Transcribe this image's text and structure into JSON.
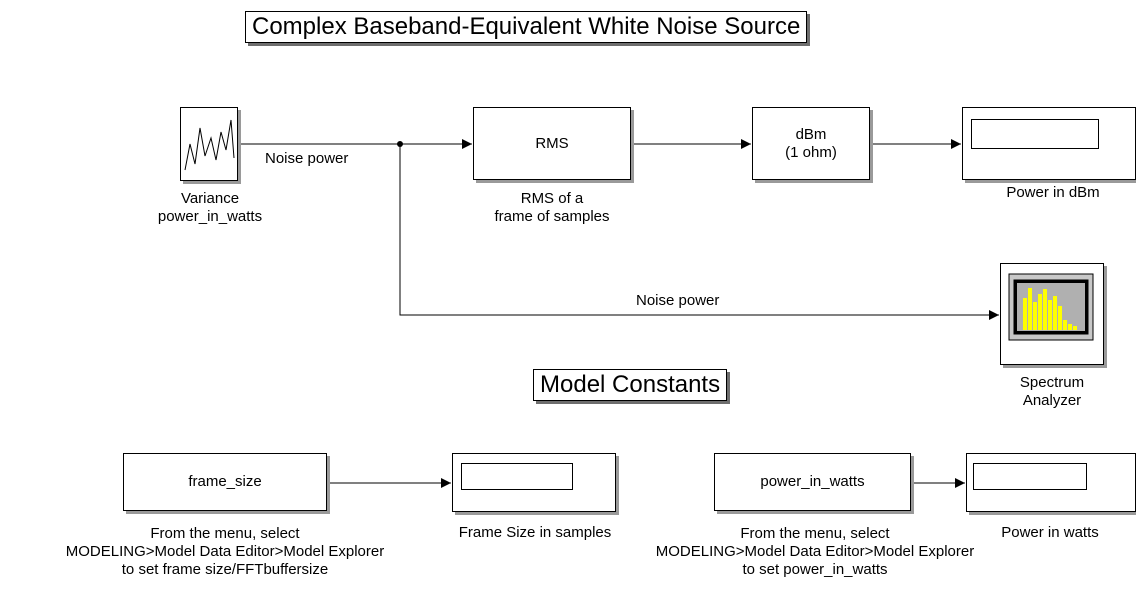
{
  "annotations": {
    "title": "Complex Baseband-Equivalent White Noise Source",
    "constants_title": "Model Constants"
  },
  "blocks": {
    "noise_source": {
      "label": "Variance\npower_in_watts"
    },
    "rms": {
      "text": "RMS",
      "label": "RMS of a\nframe of samples"
    },
    "dbm": {
      "text": "dBm\n(1 ohm)"
    },
    "power_dbm": {
      "label": "Power in dBm"
    },
    "spectrum": {
      "label": "Spectrum\nAnalyzer"
    },
    "frame_size": {
      "text": "frame_size",
      "label": "From the menu, select\nMODELING>Model Data Editor>Model Explorer\nto set frame size/FFTbuffersize"
    },
    "frame_display": {
      "label": "Frame Size in samples"
    },
    "power_const": {
      "text": "power_in_watts",
      "label": "From the menu, select\nMODELING>Model Data Editor>Model Explorer\nto set power_in_watts"
    },
    "power_display": {
      "label": "Power in watts"
    }
  },
  "signals": {
    "noise_power_1": "Noise power",
    "noise_power_2": "Noise power"
  },
  "colors": {
    "spectrum_bars": "#ffff00",
    "spectrum_screen": "#b0b0b0",
    "shadow": "#9a9a9a"
  }
}
